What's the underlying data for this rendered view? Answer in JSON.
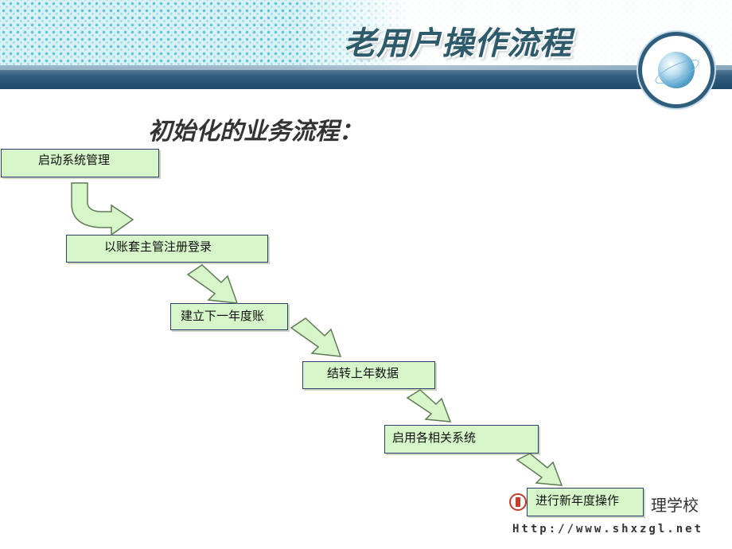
{
  "header": {
    "title": "老用户操作流程",
    "globe_icon": "globe-icon"
  },
  "subtitle": "初始化的业务流程：",
  "steps": [
    {
      "label": "启动系统管理"
    },
    {
      "label": "以账套主管注册登录"
    },
    {
      "label": "建立下一年度账"
    },
    {
      "label": "结转上年数据"
    },
    {
      "label": "启用各相关系统"
    },
    {
      "label": "进行新年度操作"
    }
  ],
  "footer": {
    "school_suffix": "理学校",
    "url": "Http://www.shxzgl.net",
    "logo_icon": "school-logo-icon"
  },
  "colors": {
    "step_fill": "#d6f5c9",
    "step_border": "#2f3c6e",
    "title_color": "#2d5b6c",
    "banner_dark": "#1f4a6a"
  }
}
